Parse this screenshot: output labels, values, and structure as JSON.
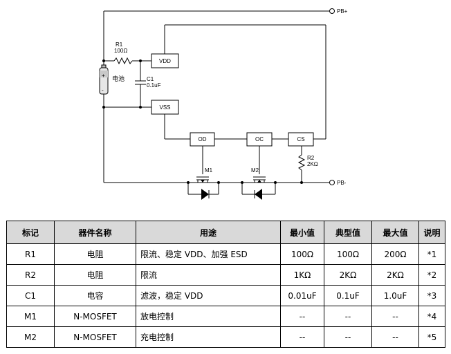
{
  "circuit": {
    "pb_plus": "PB+",
    "pb_minus": "PB-",
    "battery_label": "电池",
    "r1_name": "R1",
    "r1_value": "100Ω",
    "c1_name": "C1",
    "c1_value": "0.1uF",
    "r2_name": "R2",
    "r2_value": "2KΩ",
    "m1_name": "M1",
    "m2_name": "M2",
    "pins": {
      "vdd": "VDD",
      "vss": "VSS",
      "od": "OD",
      "oc": "OC",
      "cs": "CS"
    }
  },
  "table": {
    "headers": [
      "标记",
      "器件名称",
      "用途",
      "最小值",
      "典型值",
      "最大值",
      "说明"
    ],
    "rows": [
      [
        "R1",
        "电阻",
        "限流、稳定 VDD、加强 ESD",
        "100Ω",
        "100Ω",
        "200Ω",
        "*1"
      ],
      [
        "R2",
        "电阻",
        "限流",
        "1KΩ",
        "2KΩ",
        "2KΩ",
        "*2"
      ],
      [
        "C1",
        "电容",
        "滤波，稳定 VDD",
        "0.01uF",
        "0.1uF",
        "1.0uF",
        "*3"
      ],
      [
        "M1",
        "N-MOSFET",
        "放电控制",
        "--",
        "--",
        "--",
        "*4"
      ],
      [
        "M2",
        "N-MOSFET",
        "充电控制",
        "--",
        "--",
        "--",
        "*5"
      ]
    ]
  }
}
